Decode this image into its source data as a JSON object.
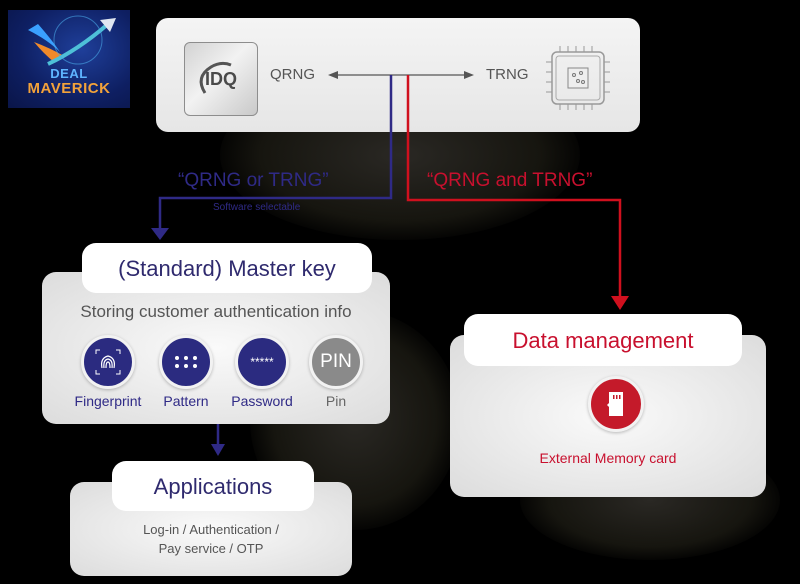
{
  "logo": {
    "line1": "DEAL",
    "line2": "MAVERICK"
  },
  "top_panel": {
    "left_chip_text": "IDQ",
    "left_label": "QRNG",
    "right_label": "TRNG"
  },
  "branches": {
    "or_label": "“QRNG or TRNG”",
    "or_sublabel": "Software selectable",
    "and_label": "“QRNG and TRNG”"
  },
  "master_key": {
    "title": "(Standard) Master key",
    "subtitle": "Storing customer authentication info",
    "methods": [
      {
        "icon": "fingerprint-icon",
        "label": "Fingerprint"
      },
      {
        "icon": "pattern-icon",
        "label": "Pattern"
      },
      {
        "icon": "password-icon",
        "glyph": "*****",
        "label": "Password"
      },
      {
        "icon": "pin-icon",
        "glyph": "PIN",
        "label": "Pin"
      }
    ]
  },
  "applications": {
    "title": "Applications",
    "line1": "Log-in / Authentication /",
    "line2": "Pay service / OTP"
  },
  "data_management": {
    "title": "Data management",
    "item_label": "External Memory card"
  },
  "colors": {
    "blue": "#2f2a86",
    "red": "#c8102e",
    "grey": "#8a8a8a"
  }
}
